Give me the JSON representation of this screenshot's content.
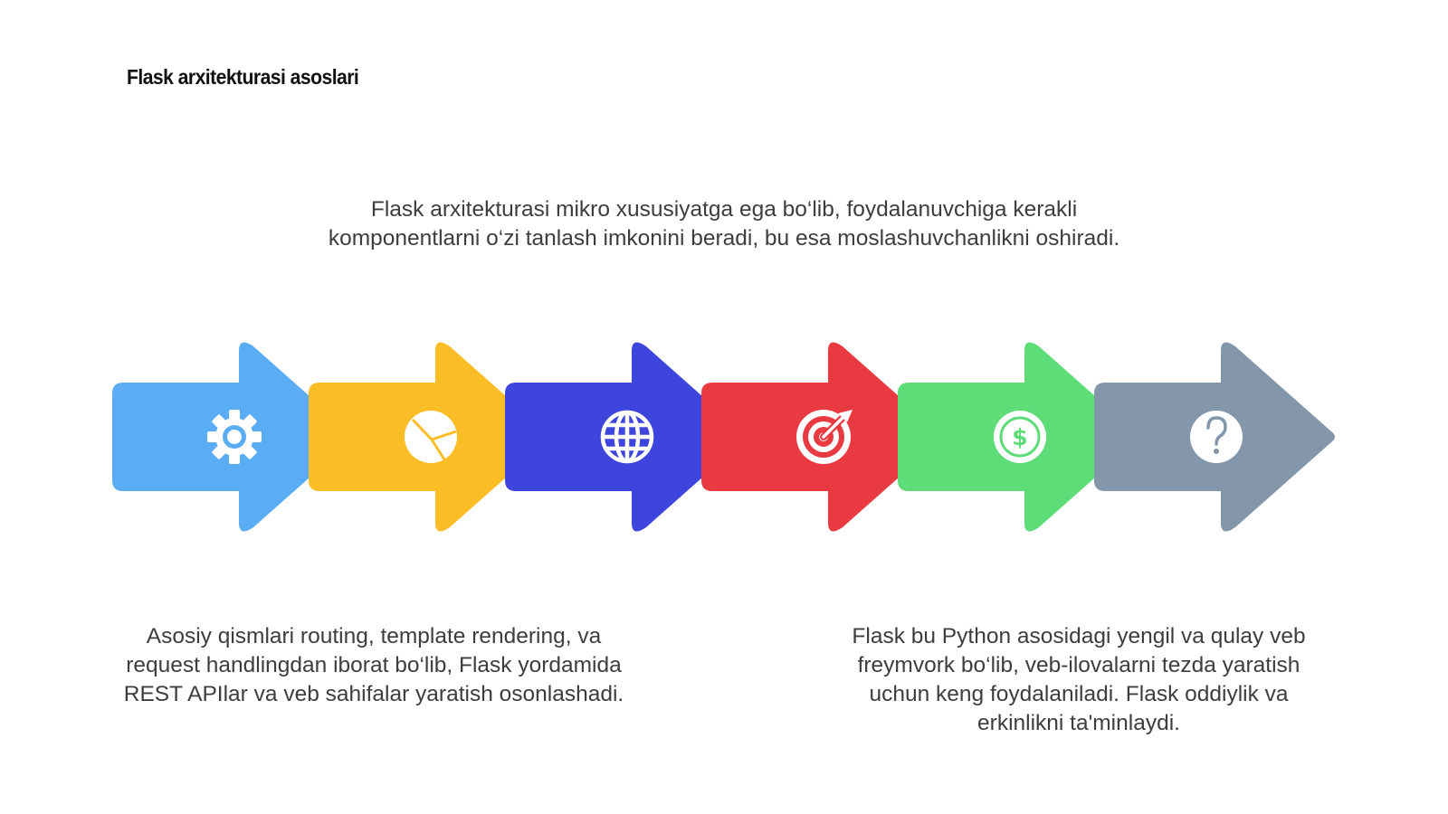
{
  "title": "Flask arxitekturasi asoslari",
  "texts": {
    "top": "Flask arxitekturasi mikro xususiyatga ega bo‘lib, foydalanuvchiga kerakli komponentlarni o‘zi tanlash imkonini beradi, bu esa moslashuvchanlikni oshiradi.",
    "bottom_left": "Asosiy qismlari routing, template rendering, va request handlingdan iborat bo‘lib, Flask yordamida REST APIlar va veb sahifalar yaratish osonlashadi.",
    "bottom_right": "Flask bu Python asosidagi yengil va qulay veb freymvork bo‘lib, veb-ilovalarni tezda yaratish uchun keng foydalaniladi. Flask oddiylik va erkinlikni ta'minlaydi."
  },
  "arrows": [
    {
      "icon": "gear-icon",
      "color": "#5aacf5"
    },
    {
      "icon": "pie-chart-icon",
      "color": "#fbbd26"
    },
    {
      "icon": "globe-icon",
      "color": "#3d45dc"
    },
    {
      "icon": "target-icon",
      "color": "#ea3a41"
    },
    {
      "icon": "dollar-icon",
      "color": "#5ddc77"
    },
    {
      "icon": "question-icon",
      "color": "#8496aa"
    }
  ]
}
